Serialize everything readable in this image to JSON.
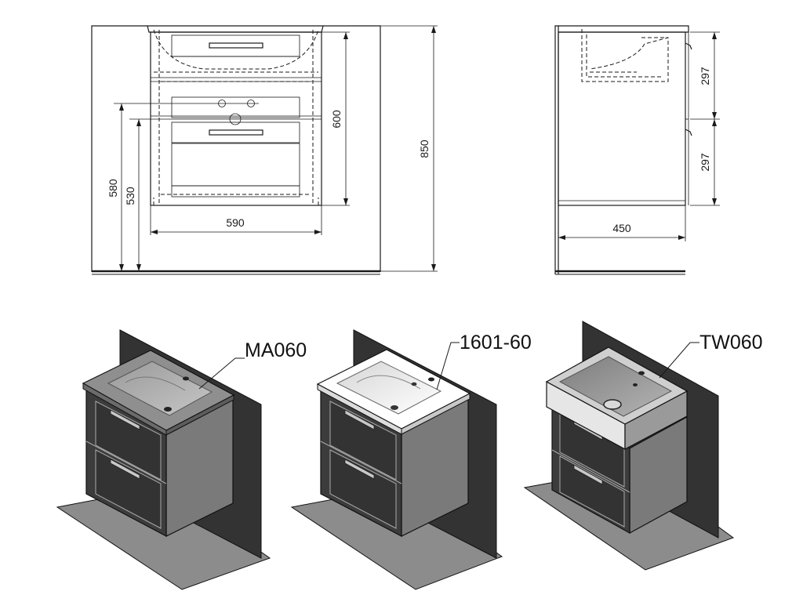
{
  "front_view": {
    "dim_width": "590",
    "dim_height_cabinet": "600",
    "dim_total_height": "850",
    "dim_height_580": "580",
    "dim_height_530": "530"
  },
  "side_view": {
    "dim_depth": "450",
    "dim_drawer_upper": "297",
    "dim_drawer_lower": "297"
  },
  "variants": [
    {
      "label": "MA060"
    },
    {
      "label": "1601-60"
    },
    {
      "label": "TW060"
    }
  ],
  "colors": {
    "line": "#1a1a1a",
    "wall": "#333333",
    "floor": "#8c8c8c",
    "cabinet_front": "#3c3c3c",
    "cabinet_side": "#7a7a7a",
    "basin_grey": "#a8a8a8",
    "basin_light": "#f2f2f2"
  }
}
